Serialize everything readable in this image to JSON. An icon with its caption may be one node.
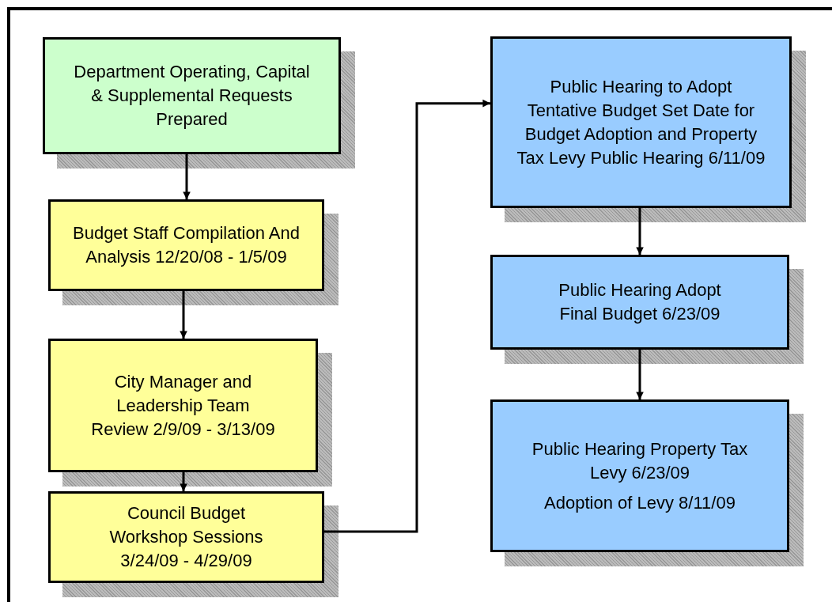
{
  "diagram": {
    "nodes": [
      {
        "text": [
          "Department Operating, Capital & Supplemental Requests Prepared"
        ]
      },
      {
        "text": [
          "Budget Staff Compilation And Analysis 12/20/08 - 1/5/09"
        ]
      },
      {
        "text": [
          "City Manager and Leadership Team Review 2/9/09 - 3/13/09"
        ]
      },
      {
        "text": [
          "Council Budget Workshop Sessions 3/24/09 - 4/29/09"
        ]
      },
      {
        "text": [
          "Public Hearing to Adopt Tentative Budget Set Date for Budget Adoption and Property Tax Levy Public Hearing 6/11/09"
        ]
      },
      {
        "text": [
          "Public Hearing Adopt Final Budget 6/23/09"
        ]
      },
      {
        "text": [
          "Public Hearing Property Tax Levy 6/23/09",
          "Adoption of Levy 8/11/09"
        ]
      }
    ],
    "edges": [
      {
        "from": 0,
        "to": 1,
        "arrow": "to"
      },
      {
        "from": 1,
        "to": 2,
        "arrow": "to"
      },
      {
        "from": 2,
        "to": 3,
        "arrow": "to"
      },
      {
        "from": 3,
        "to": 4,
        "arrow": "to"
      },
      {
        "from": 4,
        "to": 5,
        "arrow": "to"
      },
      {
        "from": 5,
        "to": 6,
        "arrow": "to"
      }
    ]
  }
}
